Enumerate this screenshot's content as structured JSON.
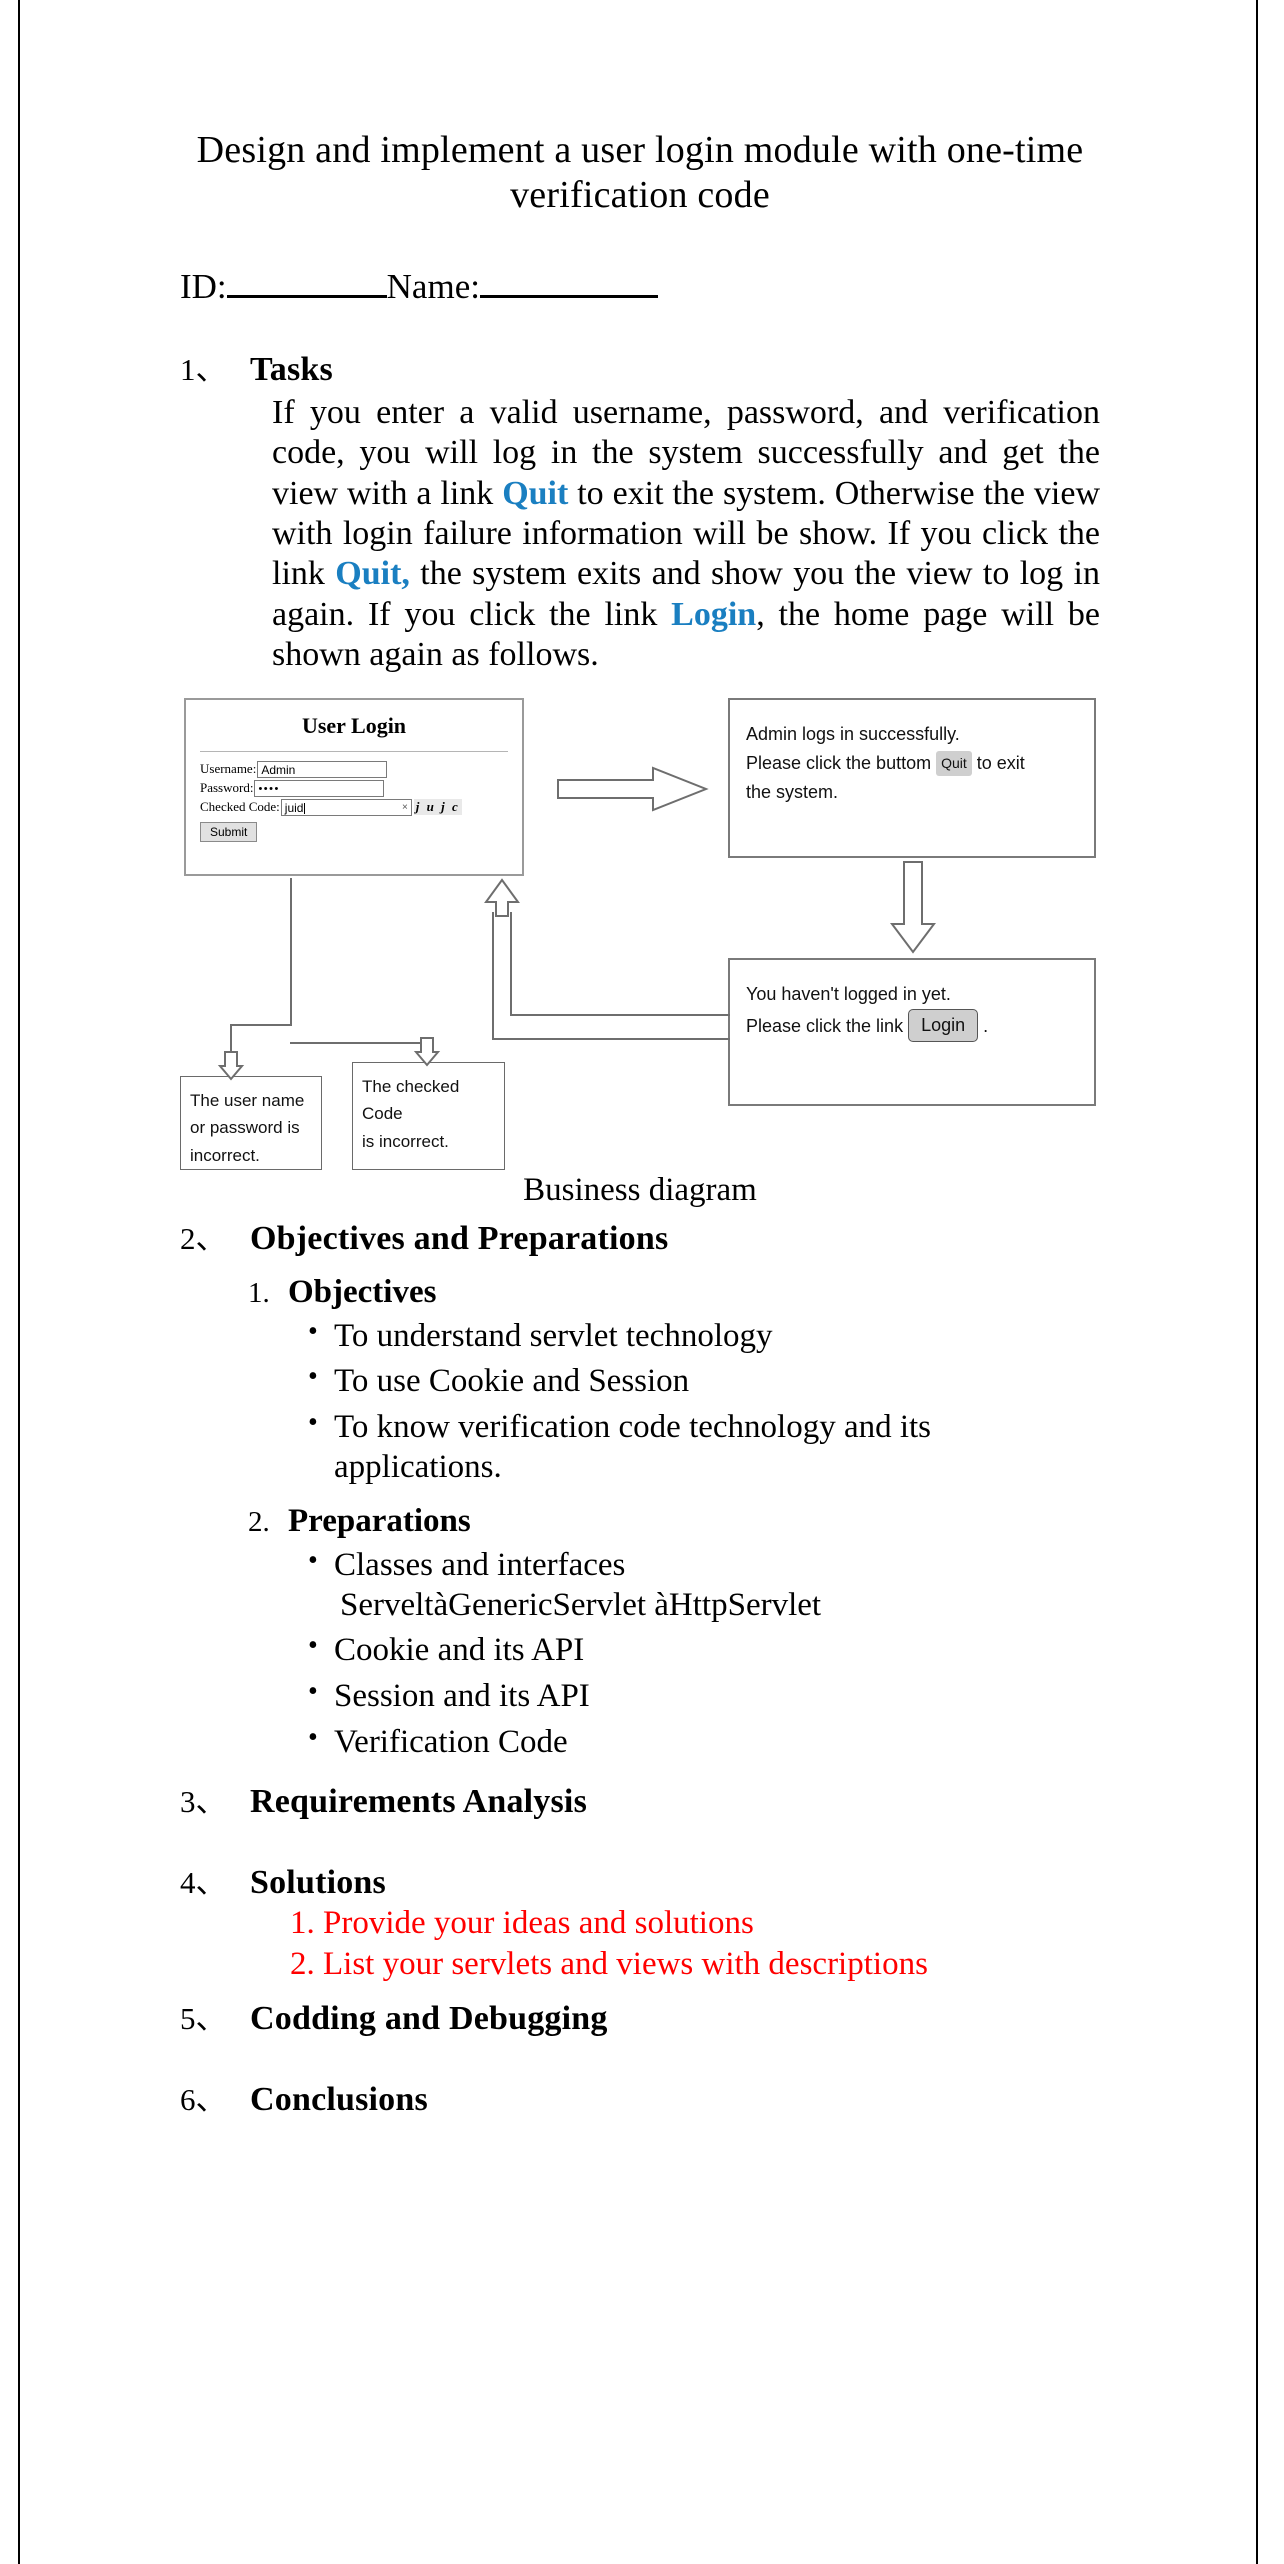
{
  "document": {
    "title": "Design and implement a user login module with one-time verification code",
    "title_line1": "Design and implement a user login module with one-time",
    "title_line2": "verification code",
    "id_label": "ID:",
    "name_label": "Name:"
  },
  "sections": [
    {
      "num": "1、",
      "title": "Tasks"
    },
    {
      "num": "2、",
      "title": "Objectives and Preparations"
    },
    {
      "num": "3、",
      "title": "Requirements Analysis"
    },
    {
      "num": "4、",
      "title": "Solutions"
    },
    {
      "num": "5、",
      "title": "Codding and Debugging"
    },
    {
      "num": "6、",
      "title": "Conclusions"
    }
  ],
  "tasks": {
    "p1": "If you enter a valid username, password, and verification code, you will log in the system successfully and get the view with a link ",
    "link_quit_1": "Quit",
    "p2": " to exit the system. Otherwise the view with login failure information will be show. If you click the link ",
    "link_quit_2": "Quit,",
    "p3": " the system exits and show you the view to log in again. If you click the link ",
    "link_login": "Login",
    "p4": ", the home page will be shown again as follows."
  },
  "diagram": {
    "caption": "Business diagram",
    "login_panel": {
      "title": "User Login",
      "username_label": "Username:",
      "username_value": "Admin",
      "password_label": "Password:",
      "password_value": "••••",
      "code_label": "Checked Code:",
      "code_value": "juid",
      "clear_icon": "×",
      "captcha_text": "j u j c",
      "submit_label": "Submit"
    },
    "admin_box": {
      "line1": "Admin logs in successfully.",
      "line2_pre": "Please click the buttom ",
      "quit_chip": "Quit",
      "line2_post": " to exit",
      "line3": "the system."
    },
    "notlogged_box": {
      "line1": "You haven't logged in yet.",
      "line2_pre": "Please click the link ",
      "login_chip": "Login",
      "line2_post": " ."
    },
    "err_user_box": {
      "line1": "The user name",
      "line2": "or password is",
      "line3": "incorrect."
    },
    "err_code_box": {
      "line1": "The checked Code",
      "line2": "is incorrect."
    }
  },
  "objectives": {
    "sub_num": "1.",
    "sub_title": "Objectives",
    "items": [
      "To understand servlet technology",
      "To use Cookie and Session",
      "To know verification code technology and its applications."
    ]
  },
  "preparations": {
    "sub_num": "2.",
    "sub_title": "Preparations",
    "items": [
      "Classes and interfaces",
      "Cookie and its API",
      "Session and its API",
      "Verification Code"
    ],
    "classes_continuation": "ServeltàGenericServlet àHttpServlet"
  },
  "solutions": {
    "item1": "1. Provide your ideas and solutions",
    "item2": "2. List your servlets and views with descriptions"
  },
  "colors": {
    "link_blue": "#1a7fc1",
    "red": "#ff0000",
    "text": "#000000",
    "diagram_stroke": "#6e6e6e",
    "chip_gray": "#cfcfcf"
  }
}
